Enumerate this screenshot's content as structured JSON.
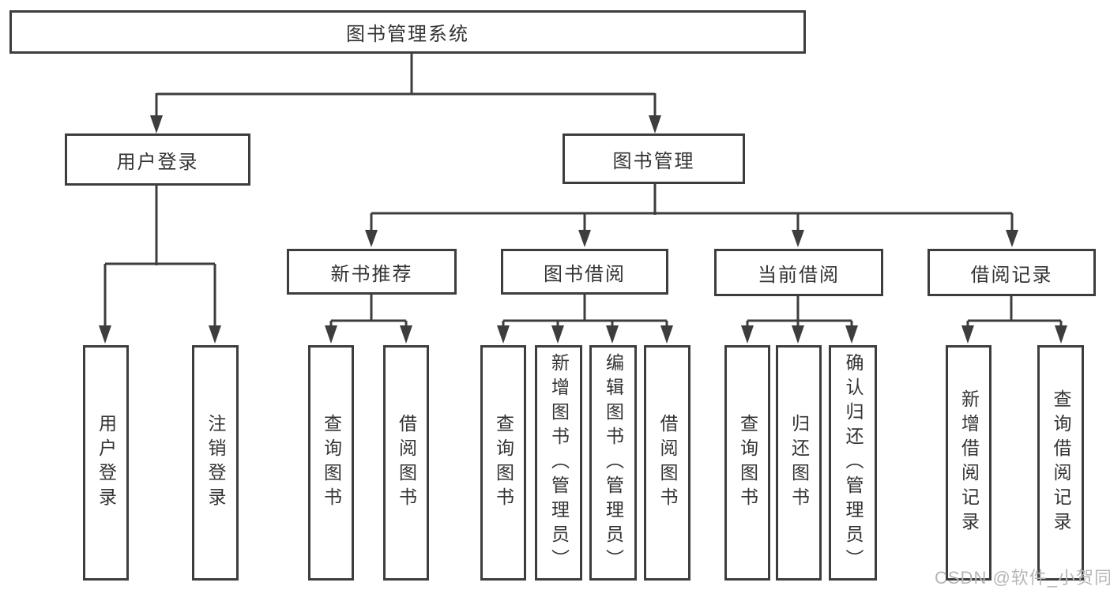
{
  "diagram": {
    "tree": {
      "label": "图书管理系统",
      "children": [
        {
          "label": "用户登录",
          "children": [
            {
              "label": "用户登录"
            },
            {
              "label": "注销登录"
            }
          ]
        },
        {
          "label": "图书管理",
          "children": [
            {
              "label": "新书推荐",
              "children": [
                {
                  "label": "查询图书"
                },
                {
                  "label": "借阅图书"
                }
              ]
            },
            {
              "label": "图书借阅",
              "children": [
                {
                  "label": "查询图书"
                },
                {
                  "label": "新增图书（管理员）"
                },
                {
                  "label": "编辑图书（管理员）"
                },
                {
                  "label": "借阅图书"
                }
              ]
            },
            {
              "label": "当前借阅",
              "children": [
                {
                  "label": "查询图书"
                },
                {
                  "label": "归还图书"
                },
                {
                  "label": "确认归还（管理员）"
                }
              ]
            },
            {
              "label": "借阅记录",
              "children": [
                {
                  "label": "新增借阅记录"
                },
                {
                  "label": "查询借阅记录"
                }
              ]
            }
          ]
        }
      ]
    },
    "colors": {
      "line": "#3d3d3d",
      "text": "#333333",
      "background": "#ffffff",
      "watermark": "#b6b6b6"
    }
  },
  "watermark": {
    "text": "CSDN @软件_小贺同学"
  }
}
